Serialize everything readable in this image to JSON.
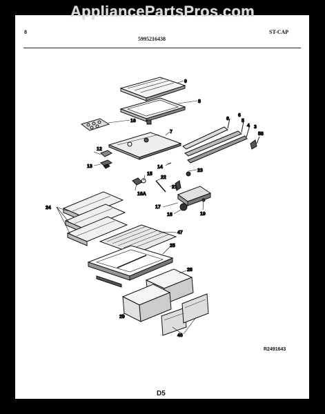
{
  "watermark": "AppliancePartsPros.com",
  "header": {
    "left": "8",
    "center": "5995216438",
    "right": "ST-CAP"
  },
  "callouts": [
    "9",
    "8",
    "16",
    "7",
    "6",
    "5",
    "4",
    "3",
    "58",
    "12",
    "13",
    "14",
    "23",
    "15",
    "22",
    "16A",
    "21",
    "17",
    "18",
    "19",
    "24",
    "47",
    "25",
    "28",
    "29",
    "46"
  ],
  "footer": {
    "ref_code": "R2491643",
    "page_label": "D5"
  }
}
